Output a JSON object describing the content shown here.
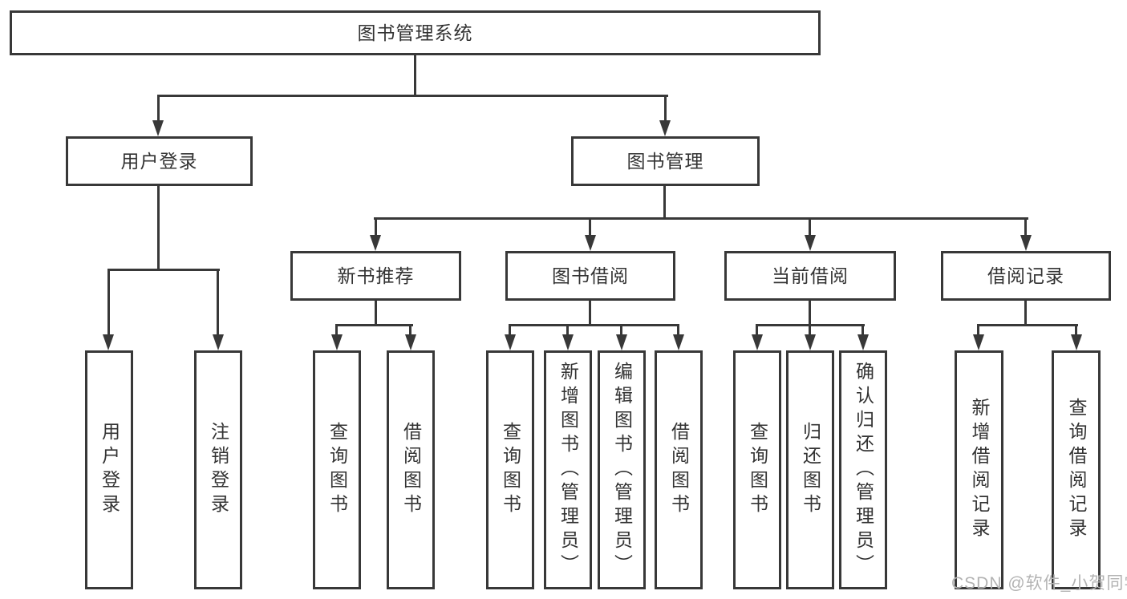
{
  "diagram": {
    "type": "tree",
    "root_label": "图书管理系统",
    "hierarchy": {
      "图书管理系统": {
        "用户登录": [
          "用户登录",
          "注销登录"
        ],
        "图书管理": {
          "新书推荐": [
            "查询图书",
            "借阅图书"
          ],
          "图书借阅": [
            "查询图书",
            "新增图书（管理员）",
            "编辑图书（管理员）",
            "借阅图书"
          ],
          "当前借阅": [
            "查询图书",
            "归还图书",
            "确认归还（管理员）"
          ],
          "借阅记录": [
            "新增借阅记录",
            "查询借阅记录"
          ]
        }
      }
    }
  },
  "nodes": {
    "root": "图书管理系统",
    "user_login": "用户登录",
    "book_mgmt": "图书管理",
    "new_book_rec": "新书推荐",
    "book_borrow": "图书借阅",
    "current_borrow": "当前借阅",
    "borrow_records": "借阅记录",
    "leaf_user_login": "用户登录",
    "leaf_logout": "注销登录",
    "leaf_query_book_rec": "查询图书",
    "leaf_borrow_book_rec": "借阅图书",
    "leaf_query_book_borrow": "查询图书",
    "leaf_add_book": "新增图书（管理员）",
    "leaf_edit_book": "编辑图书（管理员）",
    "leaf_borrow_book_borrow": "借阅图书",
    "leaf_query_book_current": "查询图书",
    "leaf_return_book": "归还图书",
    "leaf_confirm_return": "确认归还（管理员）",
    "leaf_add_borrow_record": "新增借阅记录",
    "leaf_query_borrow_record": "查询借阅记录"
  },
  "watermark": "CSDN @软件_小贺同学",
  "colors": {
    "line": "#383838",
    "box_border": "#383838",
    "text": "#333333",
    "box_background": "#ffffff",
    "page_background": "#ffffff",
    "watermark": "#b3b3b3"
  }
}
